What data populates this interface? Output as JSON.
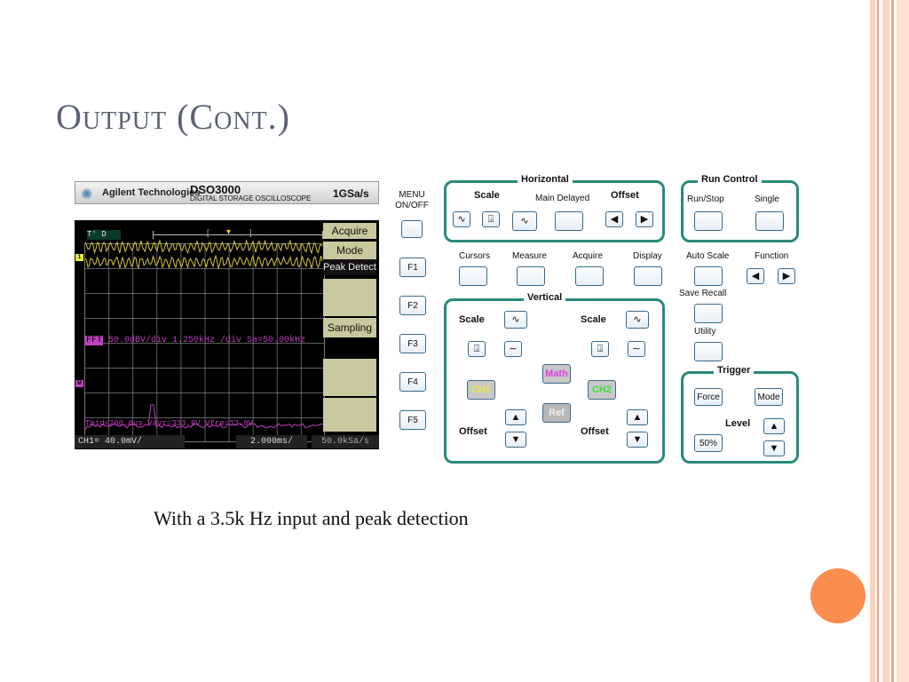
{
  "slide": {
    "title": "Output (Cont.)",
    "caption": "With a 3.5k Hz input and peak detection",
    "accent": "#fb8d4f"
  },
  "scope": {
    "brand": "Agilent Technologies",
    "model": "DSO3000",
    "model_sub": "DIGITAL STORAGE OSCILLOSCOPE",
    "sample_rate": "1GSa/s",
    "screen": {
      "trigger_state": "T' D",
      "softkeys": [
        "Acquire",
        "Mode",
        "Peak Detect",
        "",
        "Sampling"
      ],
      "fft_tag": "FFT",
      "fft_line": "50.0dBV/div 1.250kHz /div Sa=50.00kHz",
      "measurement_line": "Tmid<200.0us Vavr=333.8V Vfre=33.8V",
      "ch1_scale": "CH1= 40.0mV/",
      "time_base": "2.000ms/",
      "acq_rate": "50.0kSa/s",
      "ch1_marker": "1",
      "math_marker": "M"
    },
    "side_buttons": {
      "menu_label": "MENU\nON/OFF",
      "f_keys": [
        "F1",
        "F2",
        "F3",
        "F4",
        "F5"
      ]
    },
    "horizontal": {
      "title": "Horizontal",
      "scale": "Scale",
      "main_delayed": "Main Delayed",
      "offset": "Offset"
    },
    "run_control": {
      "title": "Run Control",
      "run_stop": "Run/Stop",
      "single": "Single"
    },
    "menu_row": {
      "cursors": "Cursors",
      "measure": "Measure",
      "acquire": "Acquire",
      "display": "Display",
      "auto_scale": "Auto Scale",
      "function": "Function",
      "save_recall": "Save Recall",
      "utility": "Utility"
    },
    "vertical": {
      "title": "Vertical",
      "scale_left": "Scale",
      "scale_right": "Scale",
      "math": "Math",
      "ch1": "CH1",
      "ch2": "CH2",
      "ref": "Ref",
      "offset_left": "Offset",
      "offset_right": "Offset"
    },
    "trigger": {
      "title": "Trigger",
      "force": "Force",
      "mode": "Mode",
      "level": "Level",
      "fifty": "50%"
    },
    "colors": {
      "panel_border": "#2a8a7a",
      "ch1": "#e8e83a",
      "ch2": "#3adf3a",
      "math": "#e040e0",
      "trace": "#d4c83a"
    }
  }
}
